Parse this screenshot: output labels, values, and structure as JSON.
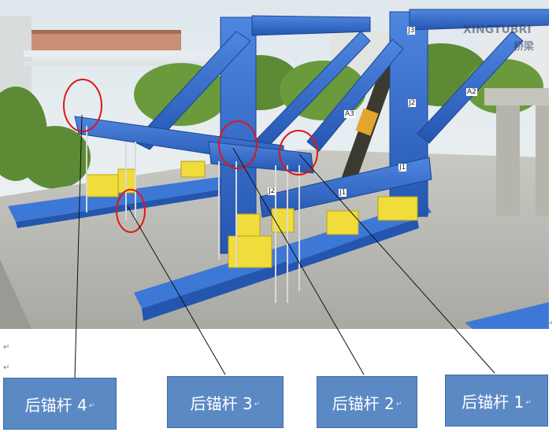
{
  "labels": [
    {
      "text": "后锚杆 4"
    },
    {
      "text": "后锚杆 3"
    },
    {
      "text": "后锚杆 2"
    },
    {
      "text": "后锚杆 1"
    }
  ],
  "member_tags": [
    "J3",
    "J2",
    "J1",
    "A3",
    "A2",
    "J1",
    "J2"
  ],
  "watermark": {
    "latin": "XINGTUBRI",
    "cn": "桥梁"
  },
  "paragraph_mark": "↵"
}
